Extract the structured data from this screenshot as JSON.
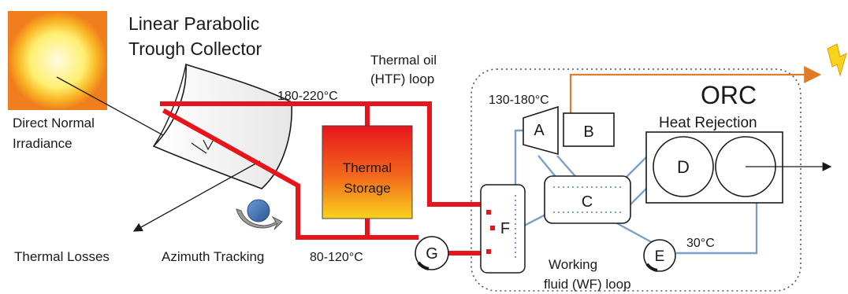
{
  "collector": {
    "title_line1": "Linear Parabolic",
    "title_line2": "Trough Collector"
  },
  "sun": {
    "label_line1": "Direct Normal",
    "label_line2": "Irradiance"
  },
  "losses": {
    "label": "Thermal Losses"
  },
  "tracking": {
    "label": "Azimuth Tracking"
  },
  "htf": {
    "label_line1": "Thermal oil",
    "label_line2": "(HTF) loop",
    "hot_temp": "180-220°C",
    "cold_temp": "80-120°C"
  },
  "storage": {
    "label_line1": "Thermal",
    "label_line2": "Storage"
  },
  "orc": {
    "title": "ORC",
    "turbine_temp": "130-180°C",
    "heat_rejection": "Heat Rejection",
    "condensed_temp": "30°C",
    "wf_label_line1": "Working",
    "wf_label_line2": "fluid (WF) loop"
  },
  "components": {
    "A": "A",
    "B": "B",
    "C": "C",
    "D": "D",
    "E": "E",
    "F": "F",
    "G": "G"
  },
  "colors": {
    "htf_pipe": "#e8141c",
    "wf_pipe": "#7f9ec4",
    "power_line": "#e07b2a",
    "sun_core": "#fffbe0",
    "sun_outer": "#f07e1c",
    "storage_top": "#e8141c",
    "storage_bottom": "#f8d31c",
    "tracking_ball": "#3e6fb0"
  }
}
